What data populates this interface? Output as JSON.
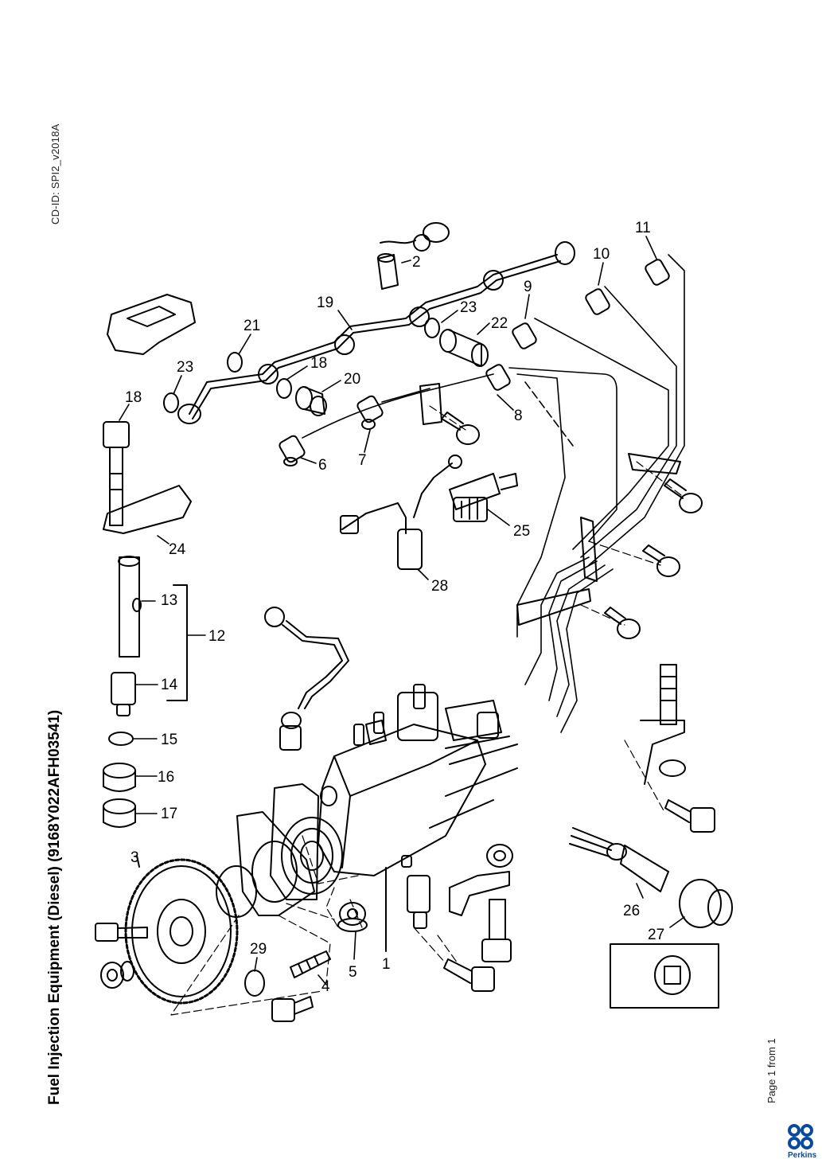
{
  "header": {
    "cd_id": "CD-ID: SPI2_v2018A",
    "title": "Fuel Injection Equipment (Diesel) (9168Y022AFH03541)",
    "page_info": "Page 1 from 1"
  },
  "brand": {
    "name": "Perkins",
    "color": "#0a4a9c"
  },
  "callouts": [
    "1",
    "2",
    "3",
    "4",
    "5",
    "6",
    "7",
    "8",
    "9",
    "10",
    "11",
    "12",
    "13",
    "14",
    "15",
    "16",
    "17",
    "18",
    "19",
    "20",
    "21",
    "22",
    "23",
    "24",
    "25",
    "26",
    "27",
    "28",
    "29"
  ],
  "duplicate_callouts": {
    "second_18": "18",
    "second_23": "23"
  }
}
